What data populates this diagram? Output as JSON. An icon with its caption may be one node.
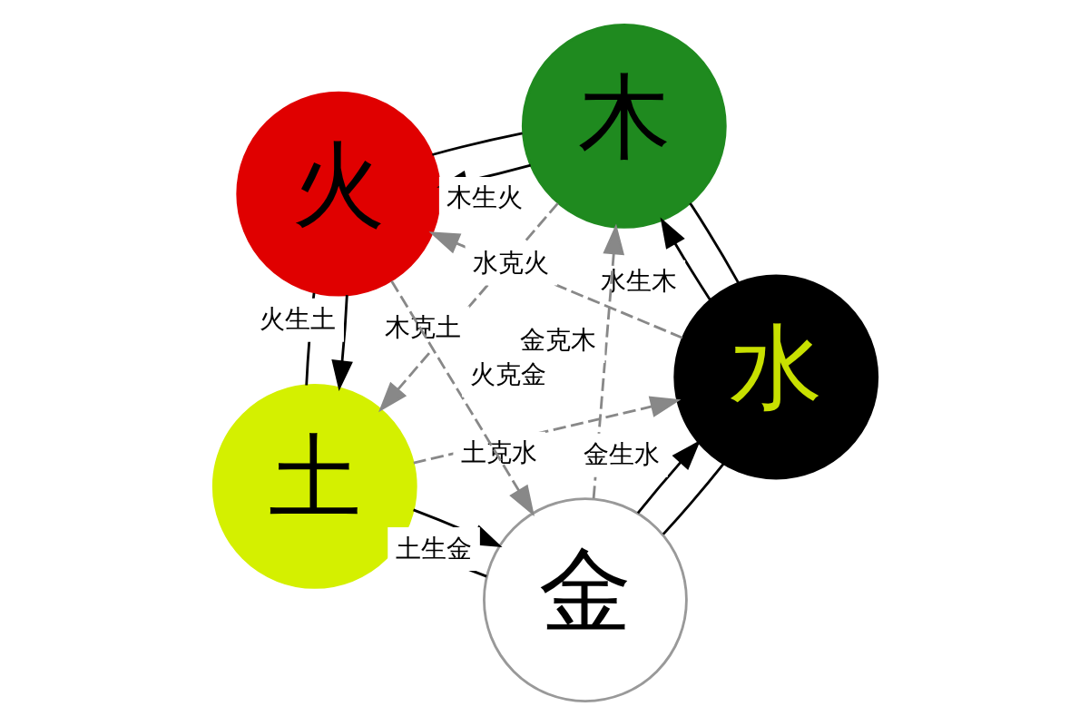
{
  "diagram": {
    "nodes": [
      {
        "text": [
          "木"
        ]
      },
      {
        "text": [
          "水"
        ]
      },
      {
        "text": [
          "金"
        ]
      },
      {
        "text": [
          "土"
        ]
      },
      {
        "text": [
          "火"
        ]
      }
    ],
    "edges": [
      {
        "from": 0,
        "to": 1,
        "arrow": "none"
      },
      {
        "from": 1,
        "to": 2,
        "arrow": "none"
      },
      {
        "from": 2,
        "to": 3,
        "arrow": "none"
      },
      {
        "from": 3,
        "to": 4,
        "arrow": "none"
      },
      {
        "from": 4,
        "to": 0,
        "arrow": "none"
      },
      {
        "from": 0,
        "to": 4,
        "arrow": "to",
        "label": "木生火"
      },
      {
        "from": 4,
        "to": 3,
        "arrow": "to",
        "label": "火生土"
      },
      {
        "from": 3,
        "to": 2,
        "arrow": "to",
        "label": "土生金"
      },
      {
        "from": 2,
        "to": 1,
        "arrow": "to",
        "label": "金生水"
      },
      {
        "from": 1,
        "to": 0,
        "arrow": "to",
        "label": "水生木"
      },
      {
        "from": 1,
        "to": 4,
        "arrow": "to",
        "label": "水克火",
        "style": "dashed",
        "color": "#888888"
      },
      {
        "from": 0,
        "to": 3,
        "arrow": "to",
        "label": "木克土",
        "style": "dashed",
        "color": "#888888"
      },
      {
        "from": 3,
        "to": 1,
        "arrow": "to",
        "label": "土克水",
        "style": "dashed",
        "color": "#888888"
      },
      {
        "from": 4,
        "to": 2,
        "arrow": "to",
        "label": "火克金",
        "style": "dashed",
        "color": "#888888"
      },
      {
        "from": 2,
        "to": 0,
        "arrow": "to",
        "label": "金克木",
        "style": "dashed",
        "color": "#888888"
      }
    ]
  }
}
